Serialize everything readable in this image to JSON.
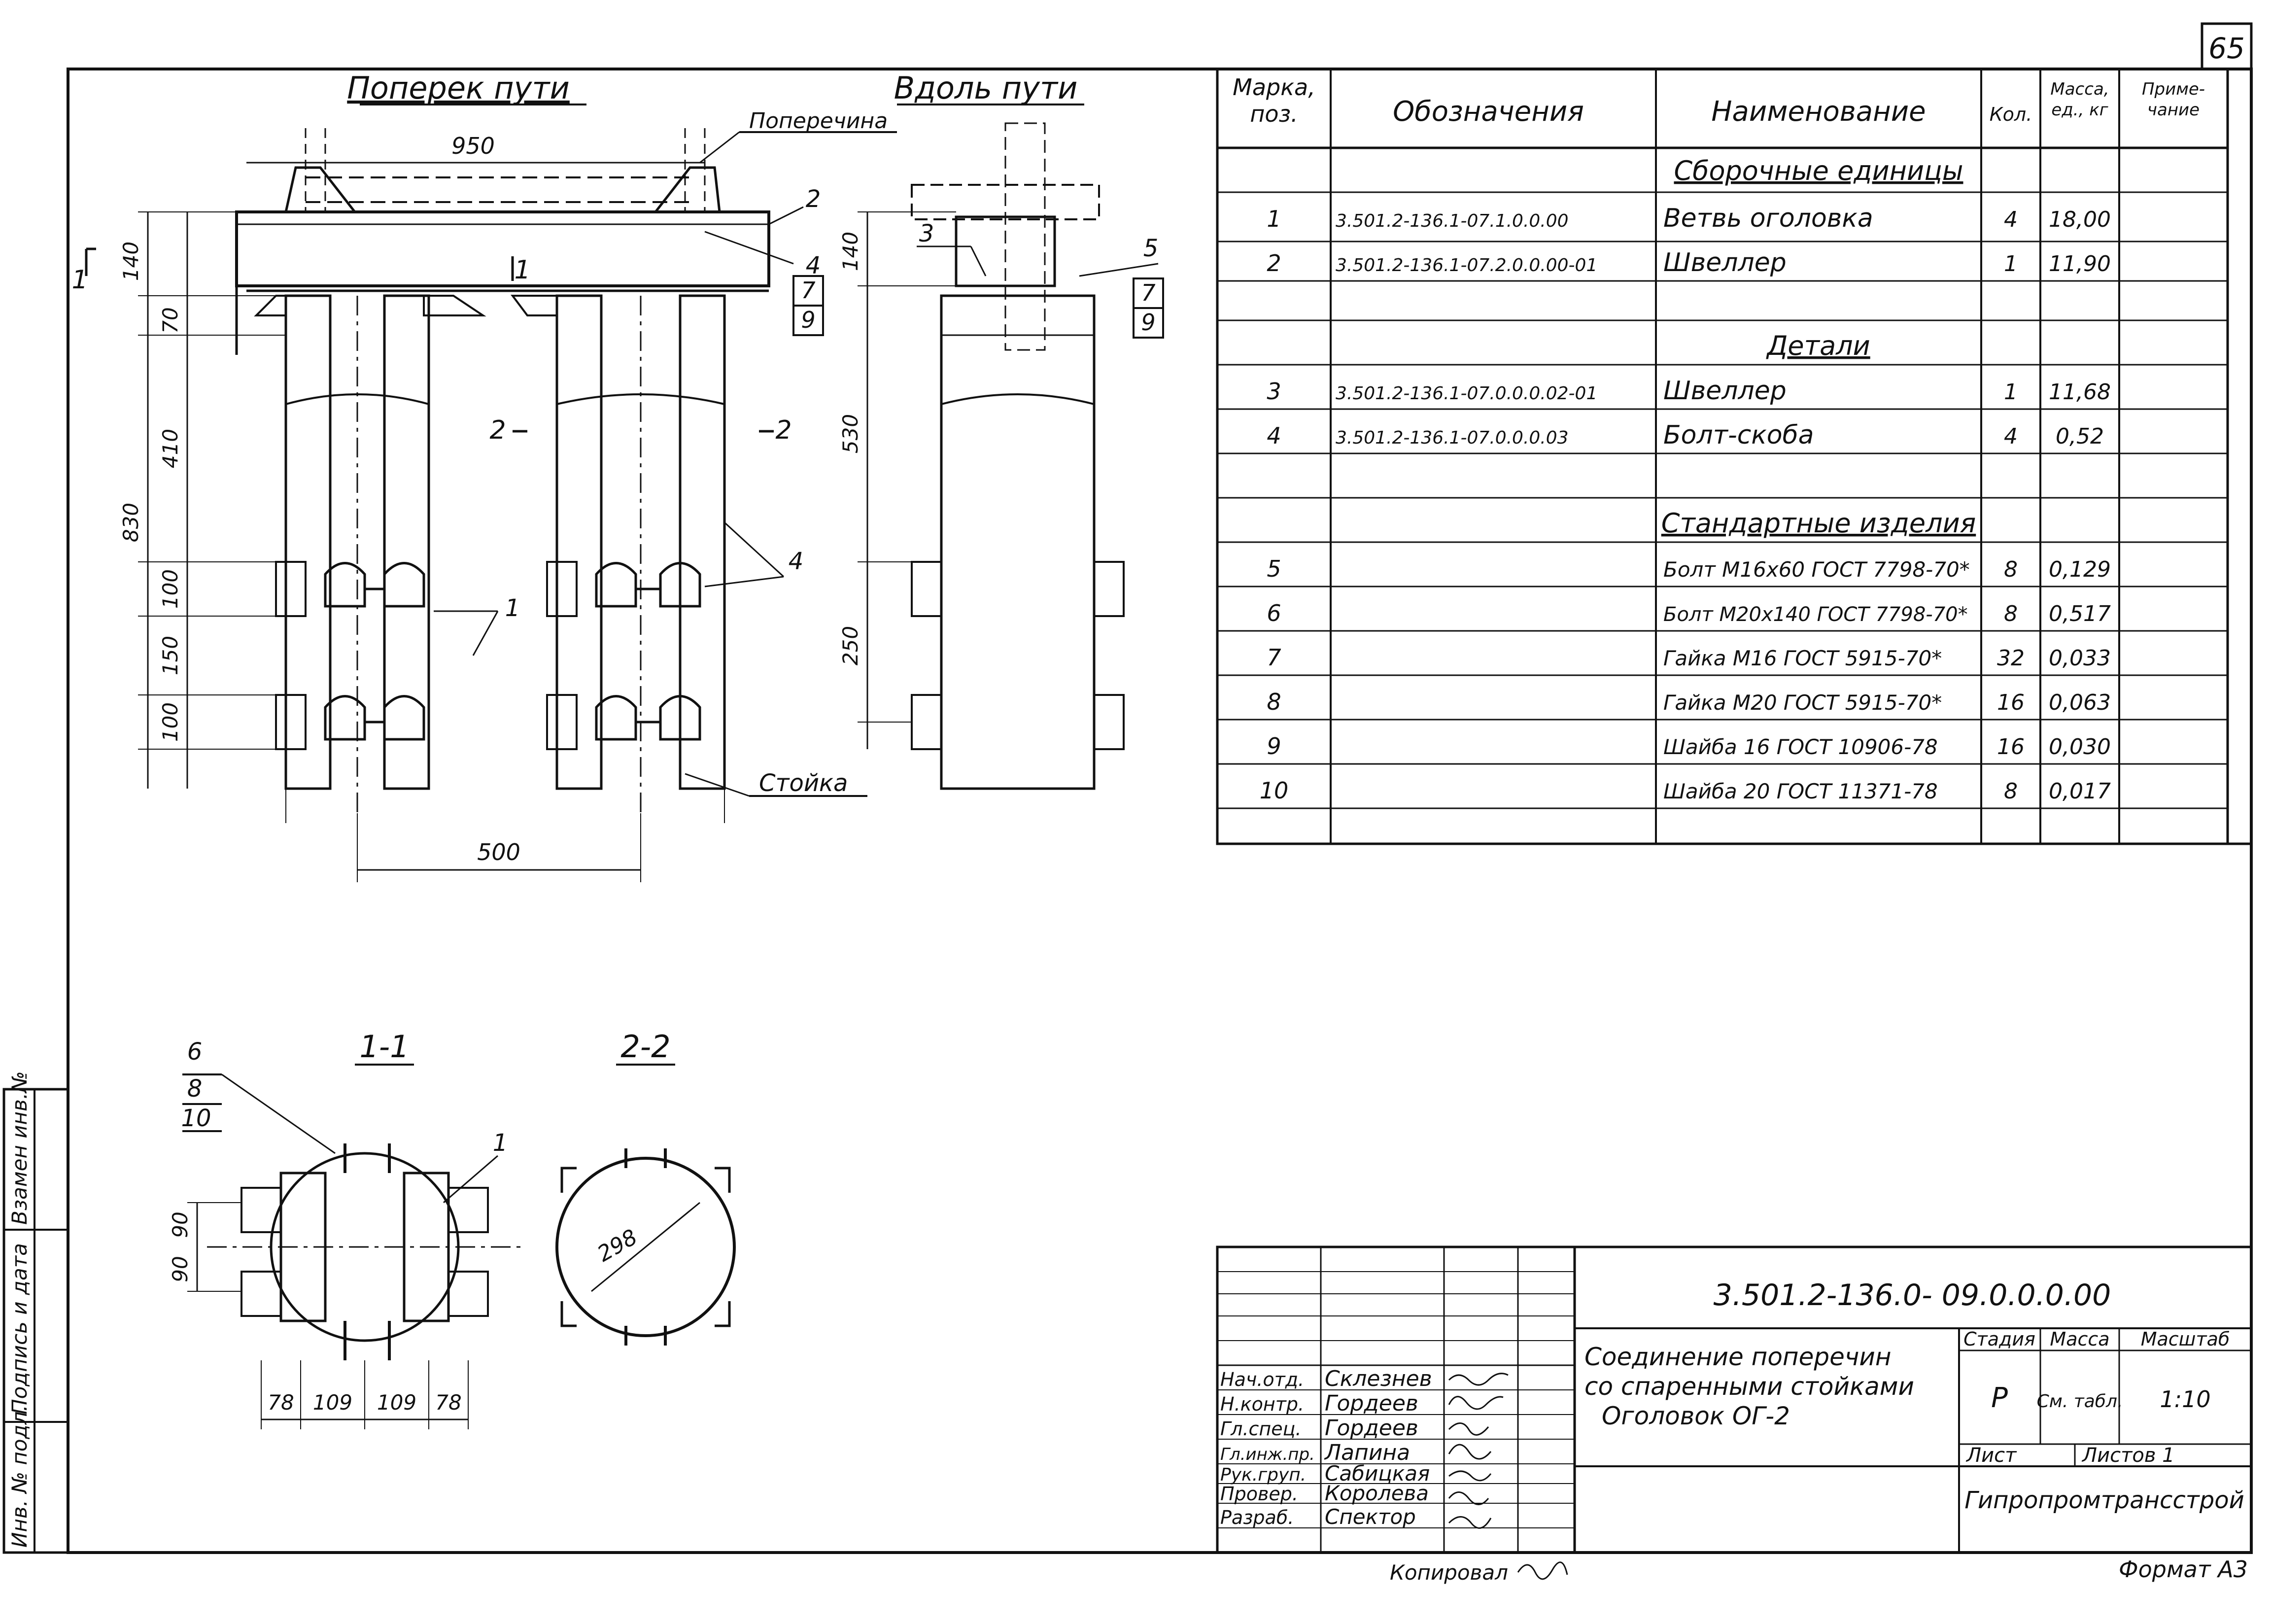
{
  "sheet": {
    "number": "65",
    "format_label": "Формат А3",
    "copied_label": "Копировал"
  },
  "views": {
    "cross_track": "Поперек пути",
    "along_track": "Вдоль пути",
    "section_1": "1-1",
    "section_2": "2-2"
  },
  "callouts": {
    "crossbar": "Поперечина",
    "post": "Стойка",
    "section_cut_1": "1",
    "section_cut_2": "2"
  },
  "dimensions": {
    "d950": "950",
    "d500": "500",
    "d140a": "140",
    "d70": "70",
    "d410": "410",
    "d830": "830",
    "d100a": "100",
    "d150": "150",
    "d100b": "100",
    "d140b": "140",
    "d530": "530",
    "d250": "250",
    "d90a": "90",
    "d90b": "90",
    "d78a": "78",
    "d109a": "109",
    "d109b": "109",
    "d78b": "78",
    "d298": "298"
  },
  "position_marks": {
    "p1": "1",
    "p2": "2",
    "p3": "3",
    "p4a": "4",
    "p4b": "4",
    "p5": "5",
    "p6": "6",
    "p7a": "7",
    "p7b": "7",
    "p8": "8",
    "p9a": "9",
    "p9b": "9",
    "p10": "10",
    "p1s": "1",
    "p1sec": "1"
  },
  "spec_table": {
    "headers": {
      "mark": "Марка, поз.",
      "designation": "Обозначения",
      "name": "Наименование",
      "qty": "Кол.",
      "mass": "Масса, ед., кг",
      "note": "Приме- чание"
    },
    "sections": {
      "assembly": "Сборочные единицы",
      "details": "Детали",
      "standard": "Стандартные изделия"
    },
    "rows": [
      {
        "pos": "1",
        "designation": "3.501.2-136.1-07.1.0.0.00",
        "name": "Ветвь оголовка",
        "qty": "4",
        "mass": "18,00"
      },
      {
        "pos": "2",
        "designation": "3.501.2-136.1-07.2.0.0.00-01",
        "name": "Швеллер",
        "qty": "1",
        "mass": "11,90"
      },
      {
        "pos": "3",
        "designation": "3.501.2-136.1-07.0.0.0.02-01",
        "name": "Швеллер",
        "qty": "1",
        "mass": "11,68"
      },
      {
        "pos": "4",
        "designation": "3.501.2-136.1-07.0.0.0.03",
        "name": "Болт-скоба",
        "qty": "4",
        "mass": "0,52"
      },
      {
        "pos": "5",
        "designation": "",
        "name": "Болт М16х60 ГОСТ 7798-70*",
        "qty": "8",
        "mass": "0,129"
      },
      {
        "pos": "6",
        "designation": "",
        "name": "Болт М20х140 ГОСТ 7798-70*",
        "qty": "8",
        "mass": "0,517"
      },
      {
        "pos": "7",
        "designation": "",
        "name": "Гайка М16 ГОСТ 5915-70*",
        "qty": "32",
        "mass": "0,033"
      },
      {
        "pos": "8",
        "designation": "",
        "name": "Гайка М20 ГОСТ 5915-70*",
        "qty": "16",
        "mass": "0,063"
      },
      {
        "pos": "9",
        "designation": "",
        "name": "Шайба 16 ГОСТ 10906-78",
        "qty": "16",
        "mass": "0,030"
      },
      {
        "pos": "10",
        "designation": "",
        "name": "Шайба 20 ГОСТ 11371-78",
        "qty": "8",
        "mass": "0,017"
      }
    ]
  },
  "left_strip": {
    "inv_no": "Инв. № подл.",
    "sign_date": "Подпись и дата",
    "replace_inv": "Взамен инв.№"
  },
  "title_block": {
    "code": "3.501.2-136.0- 09.0.0.0.00",
    "title_line1": "Соединение поперечин",
    "title_line2": "со спаренными стойками",
    "title_line3": "Оголовок ОГ-2",
    "stage_label": "Стадия",
    "mass_label": "Масса",
    "scale_label": "Масштаб",
    "stage_value": "Р",
    "mass_value": "См. табл.",
    "scale_value": "1:10",
    "sheet_label": "Лист",
    "sheets_label": "Листов 1",
    "organization": "Гипропромтрансстрой",
    "people": [
      {
        "role": "Нач.отд.",
        "name": "Склезнев"
      },
      {
        "role": "Н.контр.",
        "name": "Гордеев"
      },
      {
        "role": "Гл.спец.",
        "name": "Гордеев"
      },
      {
        "role": "Гл.инж.пр.",
        "name": "Лапина"
      },
      {
        "role": "Рук.груп.",
        "name": "Сабицкая"
      },
      {
        "role": "Провер.",
        "name": "Королева"
      },
      {
        "role": "Разраб.",
        "name": "Спектор"
      }
    ]
  }
}
